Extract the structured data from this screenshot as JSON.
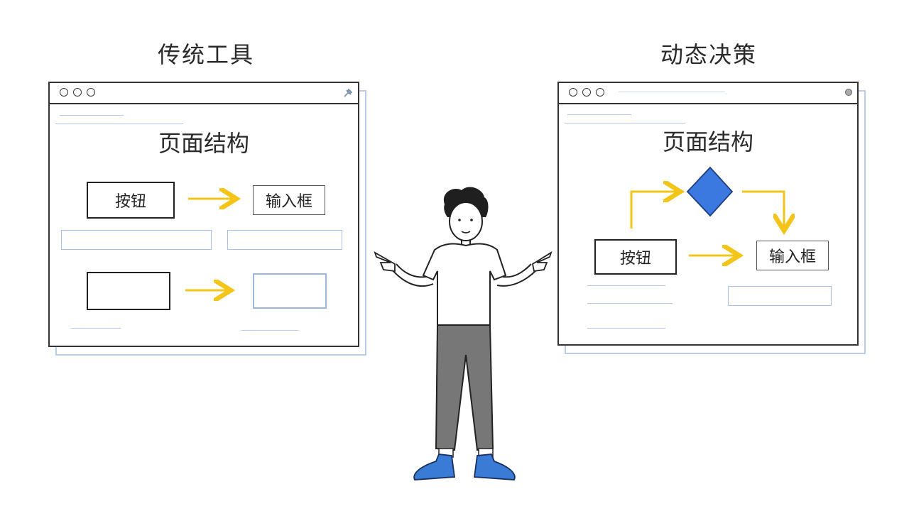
{
  "left": {
    "heading": "传统工具",
    "section_title": "页面结构",
    "button_label": "按钮",
    "input_label": "输入框"
  },
  "right": {
    "heading": "动态决策",
    "section_title": "页面结构",
    "button_label": "按钮",
    "input_label": "输入框"
  },
  "icons": {
    "left_window_corner": "pin-icon",
    "right_window_corner": "record-icon",
    "decision": "decision-diamond-icon"
  },
  "colors": {
    "arrow": "#f2c518",
    "diamond": "#3b78e0",
    "wireframe": "#a9c3e6",
    "shoe": "#3a7bd5",
    "pants": "#777777"
  }
}
